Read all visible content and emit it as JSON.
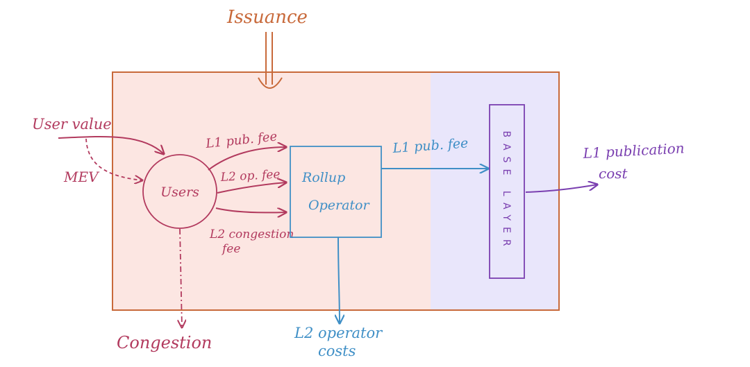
{
  "labels": {
    "issuance": "Issuance",
    "user_value": "User value",
    "mev": "MEV",
    "users": "Users",
    "l1_pub_fee_in": "L1 pub. fee",
    "l2_op_fee": "L2 op. fee",
    "l2_congestion_line1": "L2 congestion",
    "l2_congestion_line2": "fee",
    "rollup_line1": "Rollup",
    "rollup_line2": "Operator",
    "l1_pub_fee_out": "L1 pub. fee",
    "base_layer": "BASE LAYER",
    "l1_cost_line1": "L1 publication",
    "l1_cost_line2": "cost",
    "congestion": "Congestion",
    "l2_costs_line1": "L2 operator",
    "l2_costs_line2": "costs"
  },
  "colors": {
    "orange": "#c8693a",
    "crimson": "#b23a5e",
    "blue": "#3f8fc6",
    "purple": "#7a3fb0",
    "peach_fill": "#fce6e2",
    "lavender_fill": "#e9e6fb"
  }
}
